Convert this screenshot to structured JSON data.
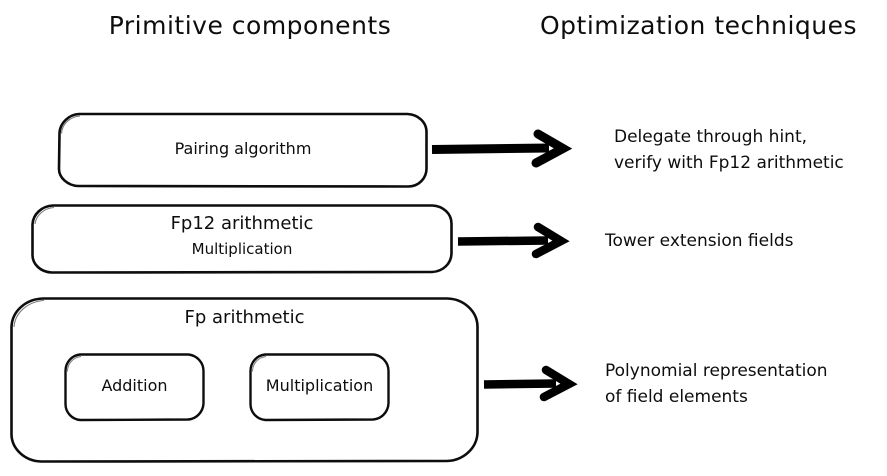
{
  "headings": {
    "left": "Primitive components",
    "right": "Optimization techniques"
  },
  "components": {
    "pairing": {
      "label": "Pairing algorithm"
    },
    "fp12": {
      "title": "Fp12 arithmetic",
      "subtitle": "Multiplication"
    },
    "fp": {
      "title": "Fp arithmetic",
      "children": [
        {
          "label": "Addition"
        },
        {
          "label": "Multiplication"
        }
      ]
    }
  },
  "notes": {
    "pairing": {
      "line1": "Delegate through hint,",
      "line2": "verify with Fp12 arithmetic"
    },
    "fp12": {
      "line1": "Tower extension fields",
      "line2": ""
    },
    "fp": {
      "line1": "Polynomial representation",
      "line2": "of field elements"
    }
  },
  "arrows": {
    "pairing": "arrow-right",
    "fp12": "arrow-right",
    "fp": "arrow-right"
  },
  "colors": {
    "stroke": "#0d0d0d",
    "background": "#ffffff",
    "arrow": "#000000"
  }
}
